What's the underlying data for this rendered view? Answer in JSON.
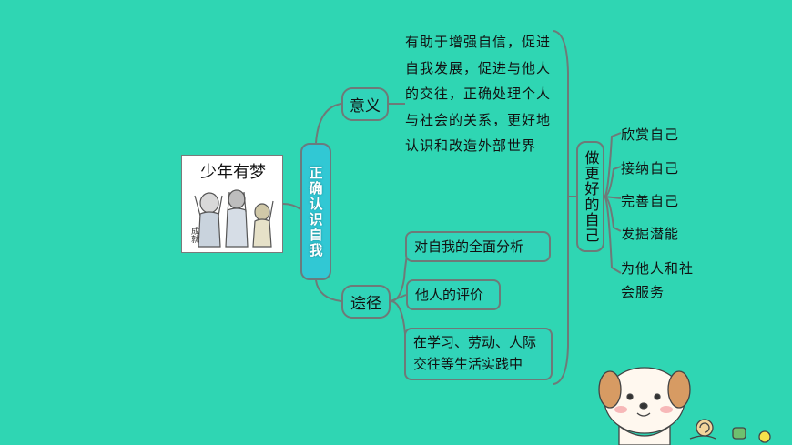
{
  "card": {
    "title": "少年有梦",
    "small_text": "成就"
  },
  "center": {
    "title": "正确认识自我"
  },
  "branches": {
    "yiyi": {
      "label": "意义",
      "text": "有助于增强自信，促进自我发展，促进与他人的交往，正确处理个人与社会的关系，更好地认识和改造外部世界"
    },
    "tujing": {
      "label": "途径",
      "items": [
        "对自我的全面分析",
        "他人的评价",
        "在学习、劳动、人际交往等生活实践中"
      ]
    }
  },
  "right": {
    "title": "做更好的自己",
    "items": [
      "欣赏自己",
      "接纳自己",
      "完善自己",
      "发掘潜能",
      "为他人和社会服务"
    ]
  },
  "colors": {
    "background": "#2fd6b3",
    "center_box": "#31c8d4",
    "line": "#6e7a78"
  }
}
